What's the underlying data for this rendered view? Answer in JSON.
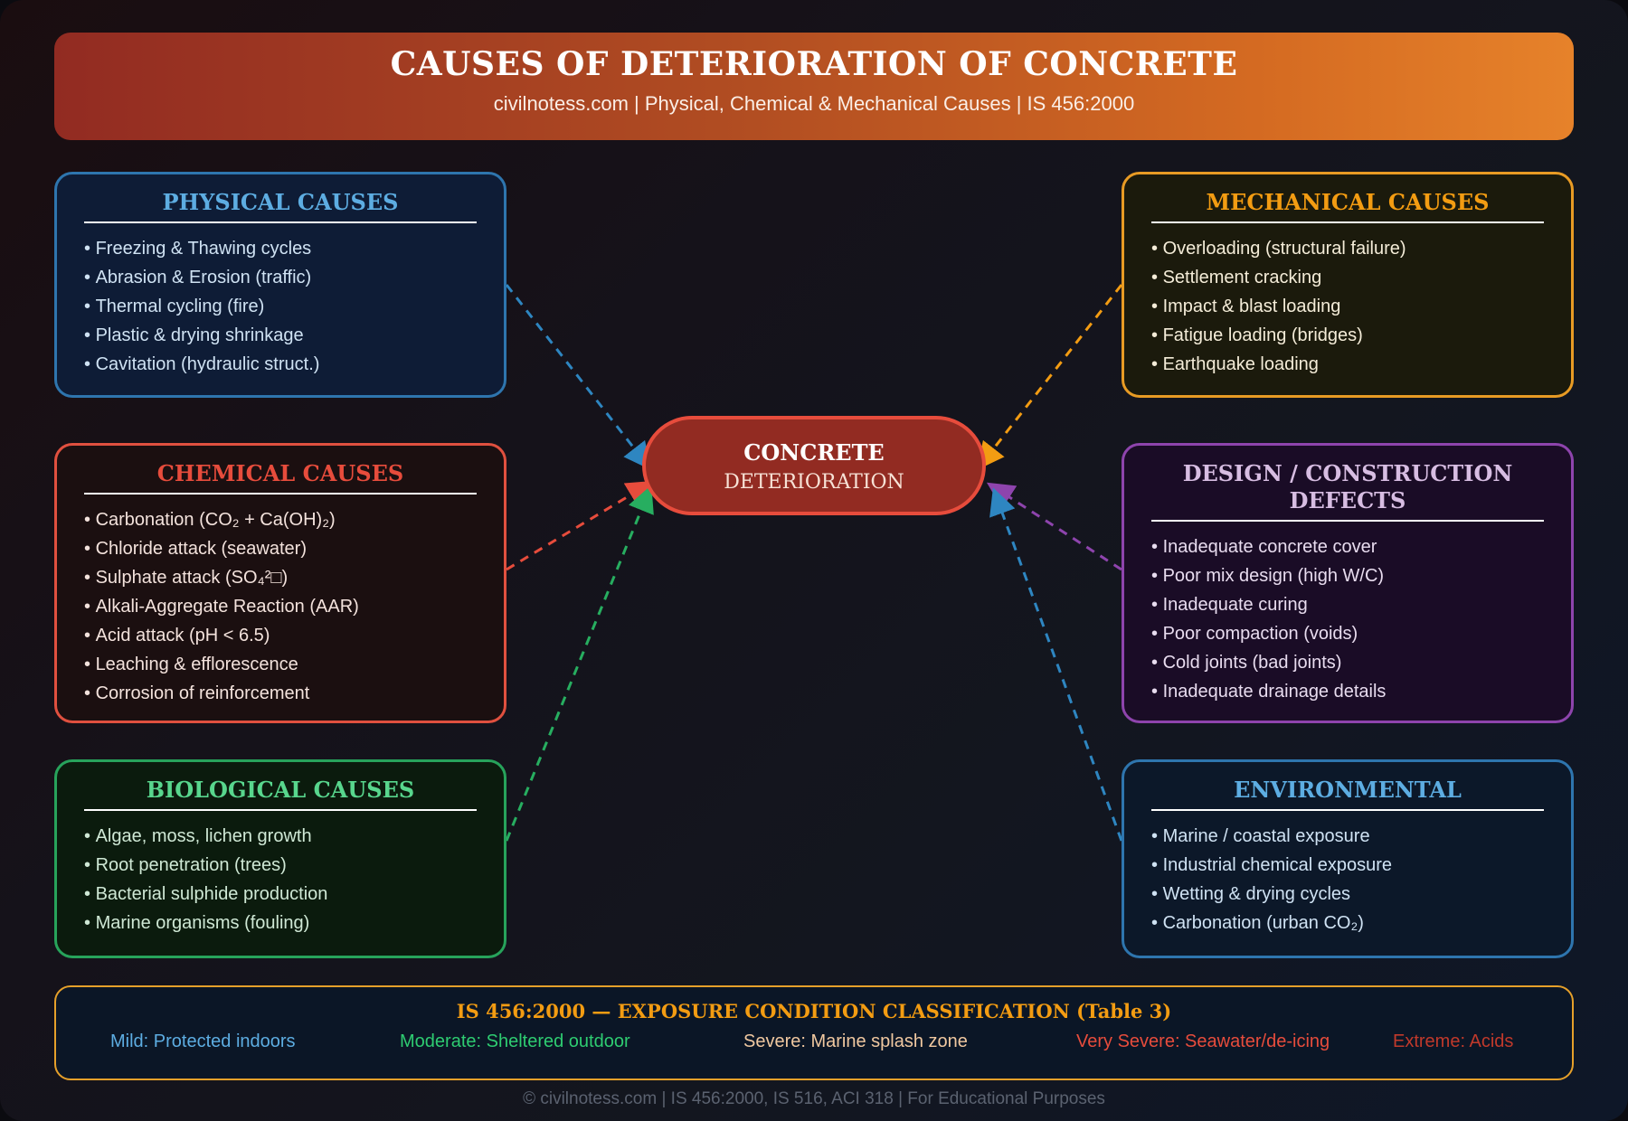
{
  "header": {
    "title": "CAUSES OF DETERIORATION OF CONCRETE",
    "subtitle": "civilnotess.com | Physical, Chemical & Mechanical Causes | IS 456:2000"
  },
  "center": {
    "line1": "CONCRETE",
    "line2": "DETERIORATION",
    "color": "#922b22"
  },
  "boxes": {
    "physical": {
      "title": "PHYSICAL CAUSES",
      "color": "#2e75ae",
      "items": [
        "Freezing & Thawing cycles",
        "Abrasion & Erosion (traffic)",
        "Thermal cycling (fire)",
        "Plastic & drying shrinkage",
        "Cavitation (hydraulic struct.)"
      ]
    },
    "chemical": {
      "title": "CHEMICAL CAUSES",
      "color": "#e74c3c",
      "items": [
        "Carbonation (CO₂ + Ca(OH)₂)",
        "Chloride attack (seawater)",
        "Sulphate attack (SO₄²□)",
        "Alkali-Aggregate Reaction (AAR)",
        "Acid attack (pH < 6.5)",
        "Leaching & efflorescence",
        "Corrosion of reinforcement"
      ]
    },
    "biological": {
      "title": "BIOLOGICAL CAUSES",
      "color": "#27ae60",
      "items": [
        "Algae, moss, lichen growth",
        "Root penetration (trees)",
        "Bacterial sulphide production",
        "Marine organisms (fouling)"
      ]
    },
    "mechanical": {
      "title": "MECHANICAL CAUSES",
      "color": "#f39c12",
      "items": [
        "Overloading (structural failure)",
        "Settlement cracking",
        "Impact & blast loading",
        "Fatigue loading (bridges)",
        "Earthquake loading"
      ]
    },
    "design": {
      "title": "DESIGN / CONSTRUCTION DEFECTS",
      "color": "#8e44ad",
      "items": [
        "Inadequate concrete cover",
        "Poor mix design (high W/C)",
        "Inadequate curing",
        "Poor compaction (voids)",
        "Cold joints (bad joints)",
        "Inadequate drainage details"
      ]
    },
    "environmental": {
      "title": "ENVIRONMENTAL",
      "color": "#2e86c1",
      "items": [
        "Marine / coastal exposure",
        "Industrial chemical exposure",
        "Wetting & drying cycles",
        "Carbonation (urban CO₂)"
      ]
    }
  },
  "exposure": {
    "title": "IS 456:2000 — EXPOSURE CONDITION CLASSIFICATION (Table 3)",
    "levels": [
      {
        "label": "Mild: Protected indoors",
        "color": "#5dade2"
      },
      {
        "label": "Moderate: Sheltered outdoor",
        "color": "#2ecc71"
      },
      {
        "label": "Severe: Marine splash zone",
        "color": "#f0c8a0"
      },
      {
        "label": "Very Severe: Seawater/de-icing",
        "color": "#e74c3c"
      },
      {
        "label": "Extreme: Acids",
        "color": "#c0392b"
      }
    ]
  },
  "footer": "© civilnotess.com | IS 456:2000, IS 516, ACI 318 | For Educational Purposes"
}
